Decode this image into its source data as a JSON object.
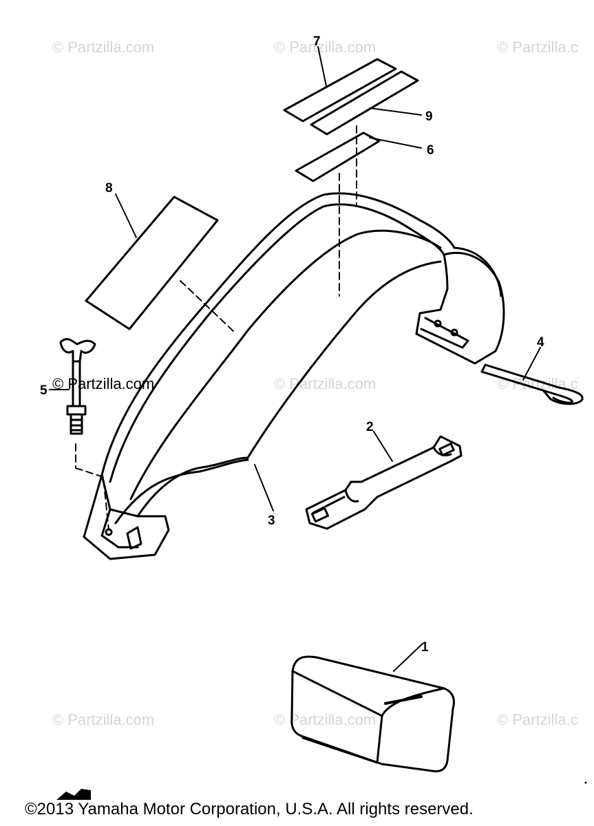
{
  "watermarks": {
    "w1": "© Partzilla.com",
    "w2": "© Partzilla.com",
    "w3": "© Partzilla.c",
    "w4": "© Partzilla.com",
    "w5": "© Partzilla.com",
    "w6": "© Partzilla.c",
    "w7": "© Partzilla.com",
    "w8": "© Partzilla.com",
    "w9": "© Partzilla.c"
  },
  "callouts": {
    "c1": "1",
    "c2": "2",
    "c3": "3",
    "c4": "4",
    "c5": "5",
    "c6": "6",
    "c7": "7",
    "c8": "8",
    "c9": "9"
  },
  "copyright": "©2013 Yamaha Motor Corporation, U.S.A. All rights reserved.",
  "colors": {
    "ink": "#000000",
    "watermark": "#d4d4d4",
    "background": "#ffffff"
  }
}
